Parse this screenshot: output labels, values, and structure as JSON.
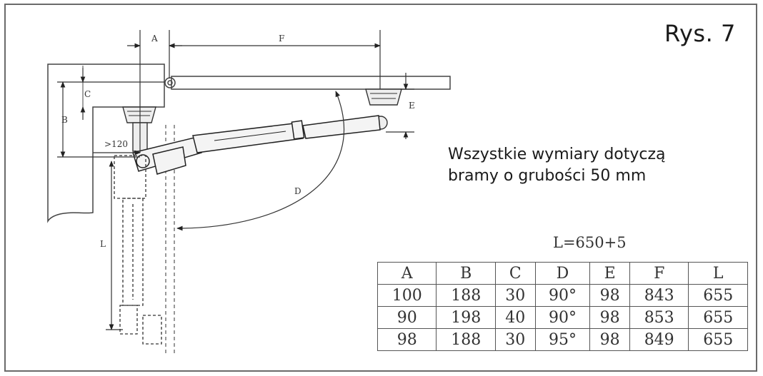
{
  "figure_label": "Rys. 7",
  "note": {
    "line1": "Wszystkie wymiary  dotyczą",
    "line2": "bramy  o grubości 50 mm"
  },
  "formula": "L=650+5",
  "dimension_labels": {
    "a": "A",
    "b": "B",
    "c": "C",
    "d": "D",
    "e": "E",
    "f": "F",
    "l": "L",
    "min_clearance": ">120"
  },
  "table": {
    "headers": [
      "A",
      "B",
      "C",
      "D",
      "E",
      "F",
      "L"
    ],
    "rows": [
      [
        "100",
        "188",
        "30",
        "90°",
        "98",
        "843",
        "655"
      ],
      [
        "90",
        "198",
        "40",
        "90°",
        "98",
        "853",
        "655"
      ],
      [
        "98",
        "188",
        "30",
        "95°",
        "98",
        "849",
        "655"
      ]
    ]
  }
}
